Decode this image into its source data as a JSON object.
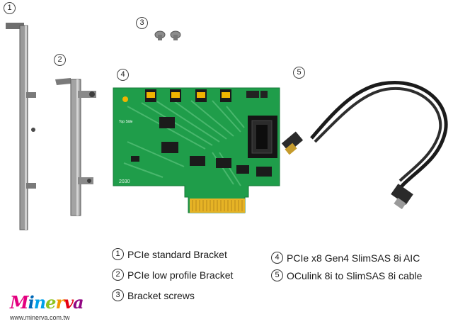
{
  "callouts": [
    "1",
    "2",
    "3",
    "4",
    "5"
  ],
  "legend": [
    {
      "num": "1",
      "text": "PCIe standard Bracket"
    },
    {
      "num": "2",
      "text": "PCIe low profile Bracket"
    },
    {
      "num": "3",
      "text": "Bracket screws"
    },
    {
      "num": "4",
      "text": "PCIe x8 Gen4 SlimSAS 8i AIC"
    },
    {
      "num": "5",
      "text": "OCulink 8i to SlimSAS 8i cable"
    }
  ],
  "board": {
    "silkscreen_top_side": "Top Side",
    "silkscreen_date": "2030"
  },
  "logo": {
    "letters": [
      "M",
      "i",
      "n",
      "e",
      "r",
      "v",
      "a"
    ],
    "colors": [
      "#e4007f",
      "#0068b7",
      "#00a0e9",
      "#8fc31f",
      "#f39800",
      "#e60012",
      "#920783"
    ]
  },
  "url": "www.minerva.com.tw",
  "colors": {
    "pcb": "#1f9d4a",
    "bracket": "#8a8a8a",
    "cable": "#1b1b1b"
  }
}
